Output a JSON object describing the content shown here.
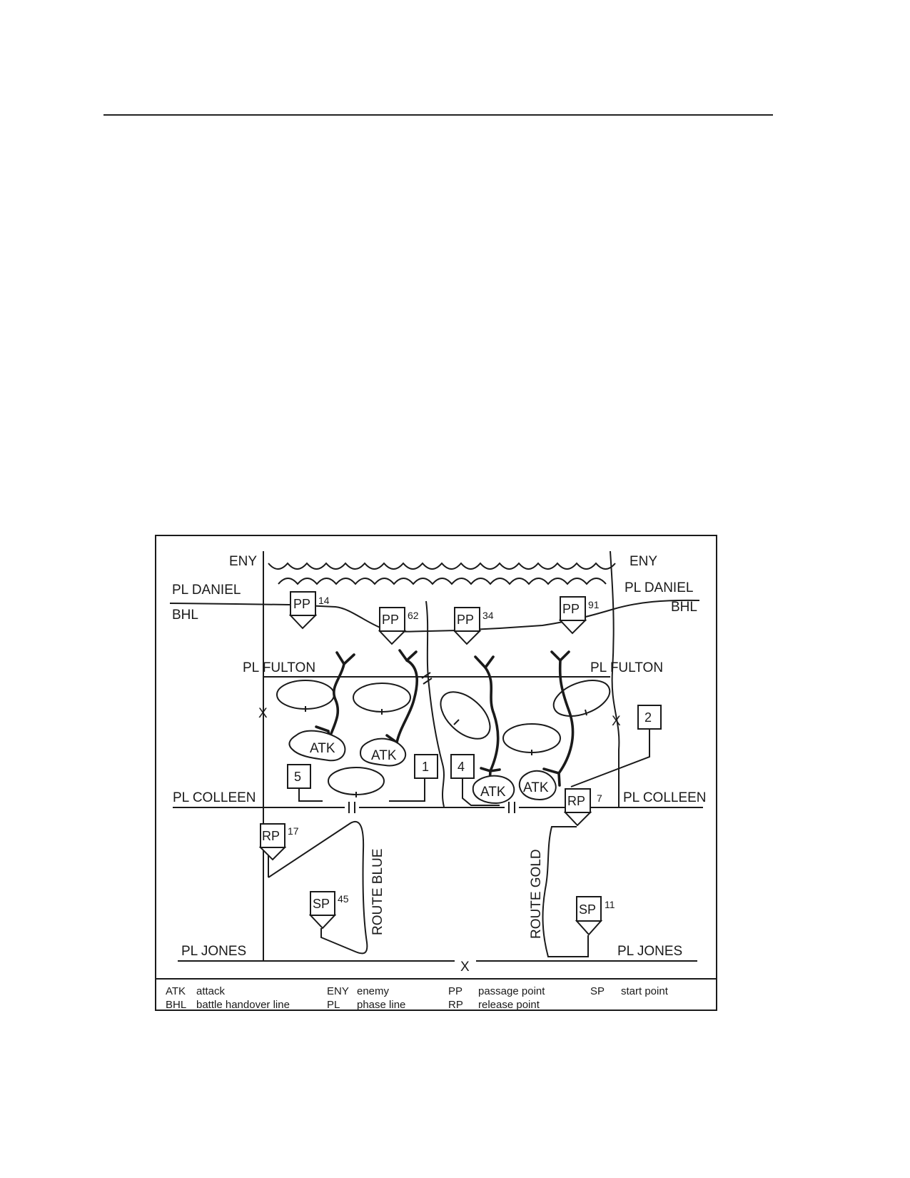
{
  "colors": {
    "line": "#1a1a1a",
    "background": "#ffffff"
  },
  "labels": {
    "eny_left": "ENY",
    "eny_right": "ENY",
    "pl_daniel_left": "PL  DANIEL",
    "pl_daniel_right": "PL  DANIEL",
    "bhl_left": "BHL",
    "bhl_right": "BHL",
    "pl_fulton_left": "PL  FULTON",
    "pl_fulton_right": "PL  FULTON",
    "pl_colleen_left": "PL COLLEEN",
    "pl_colleen_right": "PL COLLEEN",
    "pl_jones_left": "PL JONES",
    "pl_jones_right": "PL JONES",
    "route_blue": "ROUTE  BLUE",
    "route_gold": "ROUTE GOLD",
    "boundary_mark": "X"
  },
  "control_points": {
    "pp14": {
      "type": "PP",
      "number": "14"
    },
    "pp62": {
      "type": "PP",
      "number": "62"
    },
    "pp34": {
      "type": "PP",
      "number": "34"
    },
    "pp91": {
      "type": "PP",
      "number": "91"
    },
    "rp17": {
      "type": "RP",
      "number": "17"
    },
    "rp7": {
      "type": "RP",
      "number": "7"
    },
    "sp45": {
      "type": "SP",
      "number": "45"
    },
    "sp11": {
      "type": "SP",
      "number": "11"
    }
  },
  "unit_boxes": [
    "1",
    "2",
    "4",
    "5"
  ],
  "atk_label": "ATK",
  "legend": [
    {
      "abbr": "ATK",
      "meaning": "attack"
    },
    {
      "abbr": "BHL",
      "meaning": "battle handover line"
    },
    {
      "abbr": "ENY",
      "meaning": "enemy"
    },
    {
      "abbr": "PL",
      "meaning": "phase line"
    },
    {
      "abbr": "PP",
      "meaning": "passage point"
    },
    {
      "abbr": "RP",
      "meaning": "release point"
    },
    {
      "abbr": "SP",
      "meaning": "start point"
    }
  ]
}
